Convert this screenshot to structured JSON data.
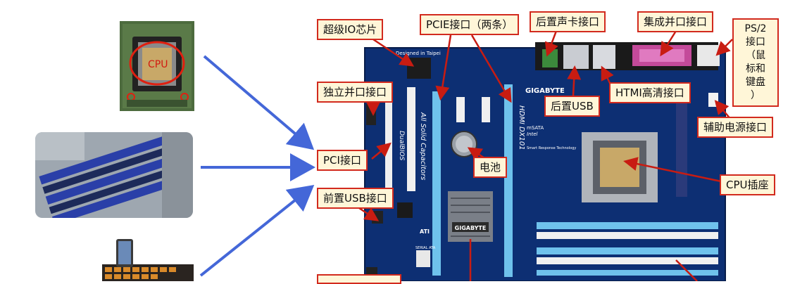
{
  "labels": {
    "superio": "超级IO芯片",
    "pcie": "PCIE接口（两条）",
    "rear_audio": "后置声卡接口",
    "integrated_parallel": "集成并口接口",
    "ps2": "PS/2\n接口\n（鼠\n标和\n键盘\n）",
    "independent_parallel": "独立并口接口",
    "hdmi": "HTMI高清接口",
    "rear_usb": "后置USB",
    "aux_power": "辅助电源接口",
    "pci": "PCI接口",
    "battery": "电池",
    "cpu_socket": "CPU插座",
    "front_usb": "前置USB接口"
  },
  "board": {
    "designed": "Designed in Taipei",
    "brand": "GIGABYTE",
    "silk_allsolid": "All Solid Capacitors",
    "silk_dualbios": "DualBIOS",
    "silk_hdmi": "HDMI DX101",
    "silk_msata": "mSATA",
    "silk_intel": "Intel",
    "silk_srt": "Smart Response Technology",
    "silk_ati": "ATI",
    "silk_serial": "SERIAL ATA",
    "chip_brand": "GIGABYTE",
    "cpu_thumb_text": "CPU"
  },
  "colors": {
    "board_blue": "#0d2f73",
    "label_border": "#d22a1e",
    "label_bg": "#fff6d8",
    "arrow_blue": "#4467d8",
    "pointer_red": "#c81c12"
  }
}
